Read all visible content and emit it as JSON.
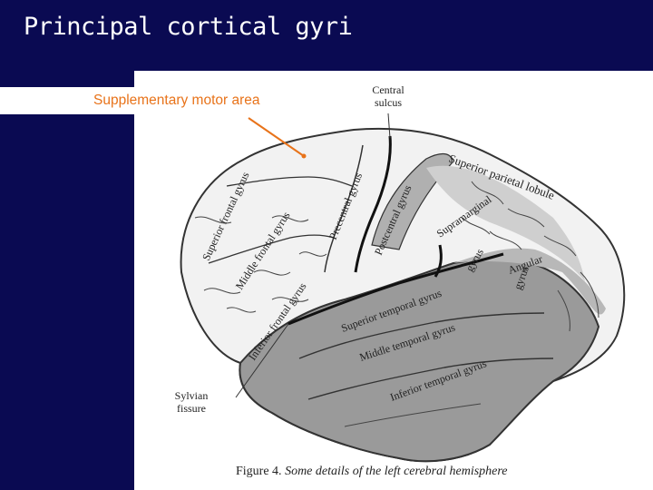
{
  "title": "Principal cortical gyri",
  "callout": {
    "text": "Supplementary motor area",
    "color": "#e8731a"
  },
  "labels": {
    "central_sulcus_line1": "Central",
    "central_sulcus_line2": "sulcus",
    "sylvian_line1": "Sylvian",
    "sylvian_line2": "fissure",
    "superior_frontal": "Superior frontal gyrus",
    "middle_frontal": "Middle frontal gyrus",
    "inferior_frontal": "Inferior frontal gyrus",
    "precentral": "Precentral gyrus",
    "postcentral": "Postcentral gyrus",
    "superior_parietal": "Superior parietal lobule",
    "supramarginal_1": "Supramarginal",
    "supramarginal_2": "gyrus",
    "angular": "Angular",
    "angular_2": "gyrus",
    "superior_temporal": "Superior temporal gyrus",
    "middle_temporal": "Middle temporal gyrus",
    "inferior_temporal": "Inferior temporal gyrus"
  },
  "caption": {
    "figure": "Figure 4.",
    "text": "Some details of the left cerebral hemisphere"
  }
}
